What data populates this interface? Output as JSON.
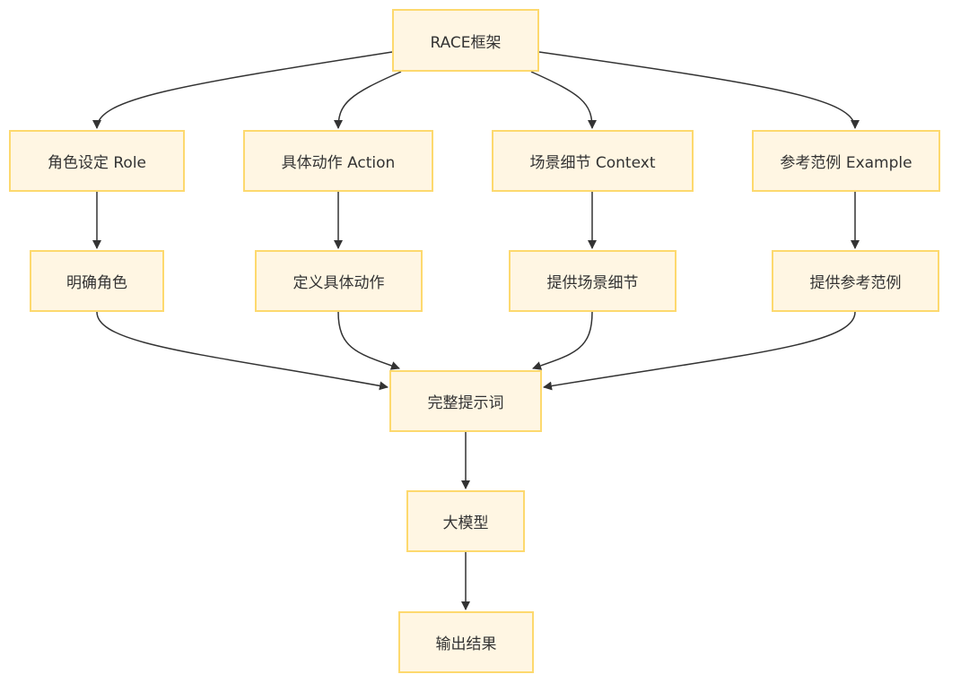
{
  "colors": {
    "fill": "#fff6e3",
    "border": "#fdd96e",
    "edge": "#333333",
    "text": "#333333"
  },
  "nodes": {
    "root": "RACE框架",
    "role": "角色设定 Role",
    "action": "具体动作 Action",
    "context": "场景细节 Context",
    "example": "参考范例 Example",
    "role2": "明确角色",
    "action2": "定义具体动作",
    "context2": "提供场景细节",
    "example2": "提供参考范例",
    "prompt": "完整提示词",
    "model": "大模型",
    "output": "输出结果"
  }
}
